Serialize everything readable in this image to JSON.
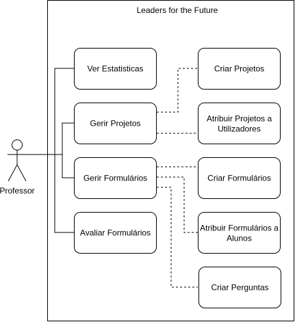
{
  "system": {
    "title": "Leaders for the Future"
  },
  "actor": {
    "label": "Professor"
  },
  "use_cases": {
    "ver_estatisticas": "Ver Estatisticas",
    "gerir_projetos": "Gerir Projetos",
    "gerir_formularios": "Gerir Formulários",
    "avaliar_formularios": "Avaliar Formulários",
    "criar_projetos": "Criar Projetos",
    "atribuir_projetos": [
      "Atribuir Projetos a",
      "Utilizadores"
    ],
    "criar_formularios": "Criar Formulários",
    "atribuir_formularios": [
      "Atribuir Formulários a",
      "Alunos"
    ],
    "criar_perguntas": "Criar Perguntas"
  },
  "colors": {
    "stroke": "#000000",
    "fill": "#ffffff",
    "text": "#000000"
  }
}
